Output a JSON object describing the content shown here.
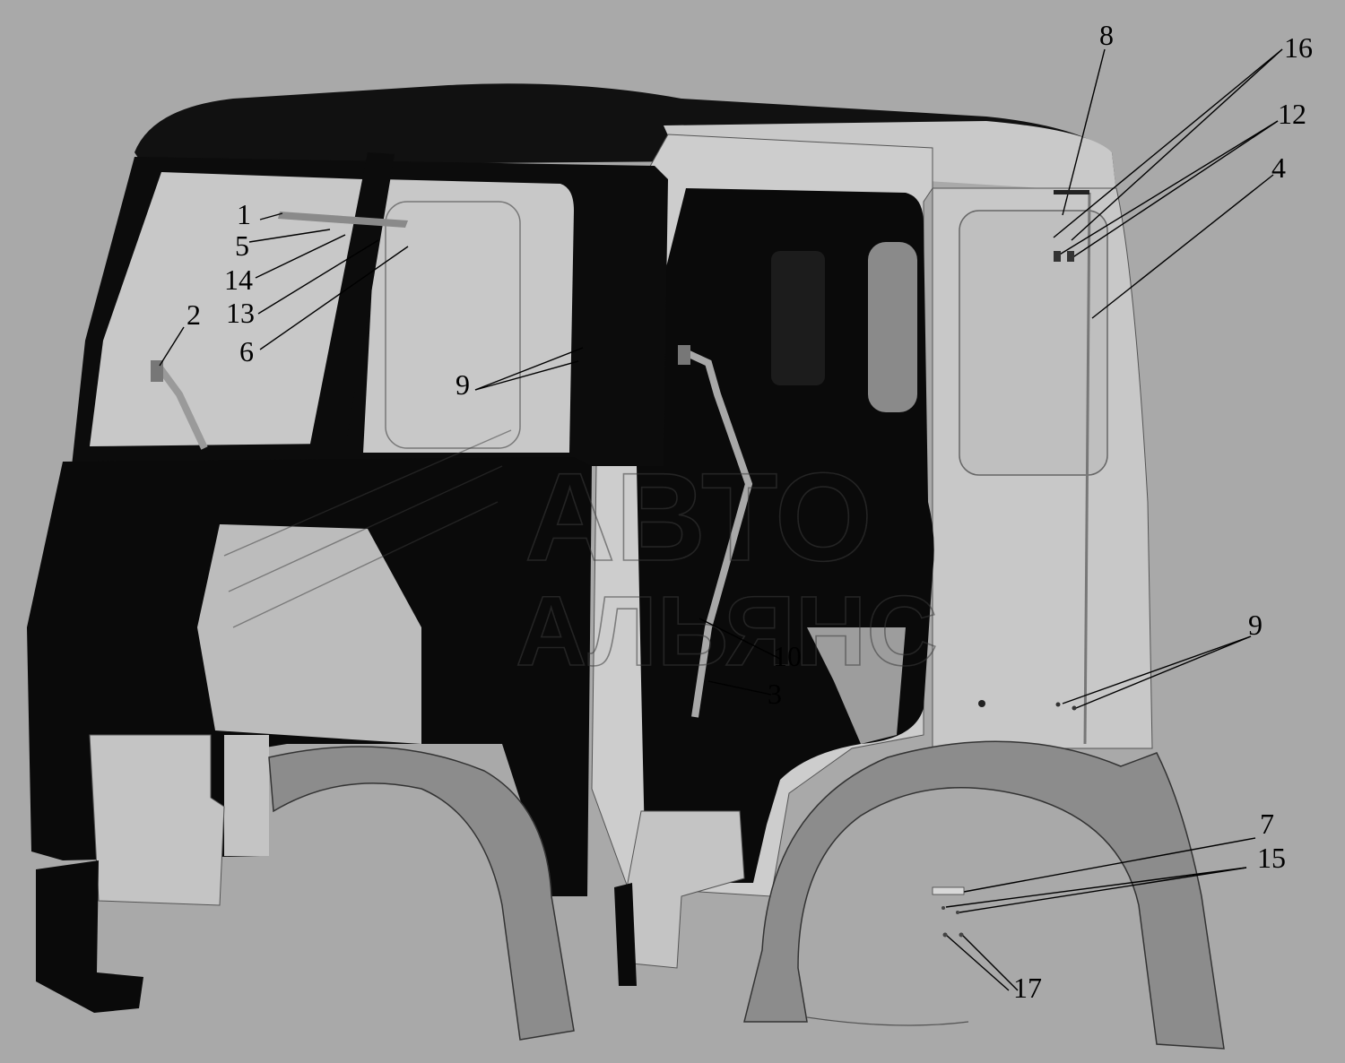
{
  "callouts": {
    "c1": "1",
    "c2": "2",
    "c3": "3",
    "c4": "4",
    "c5": "5",
    "c6": "6",
    "c7": "7",
    "c8": "8",
    "c9a": "9",
    "c9b": "9",
    "c10": "10",
    "c12": "12",
    "c13": "13",
    "c14": "14",
    "c15": "15",
    "c16": "16",
    "c17": "17"
  },
  "watermark": {
    "line1": "АВТО",
    "line2": "АЛЬЯНС"
  },
  "colors": {
    "background": "#a9a9a9",
    "panel_light": "#cfcfcf",
    "panel_mid": "#b4b4b4",
    "panel_dark": "#000000",
    "fender": "#8e8e8e"
  }
}
